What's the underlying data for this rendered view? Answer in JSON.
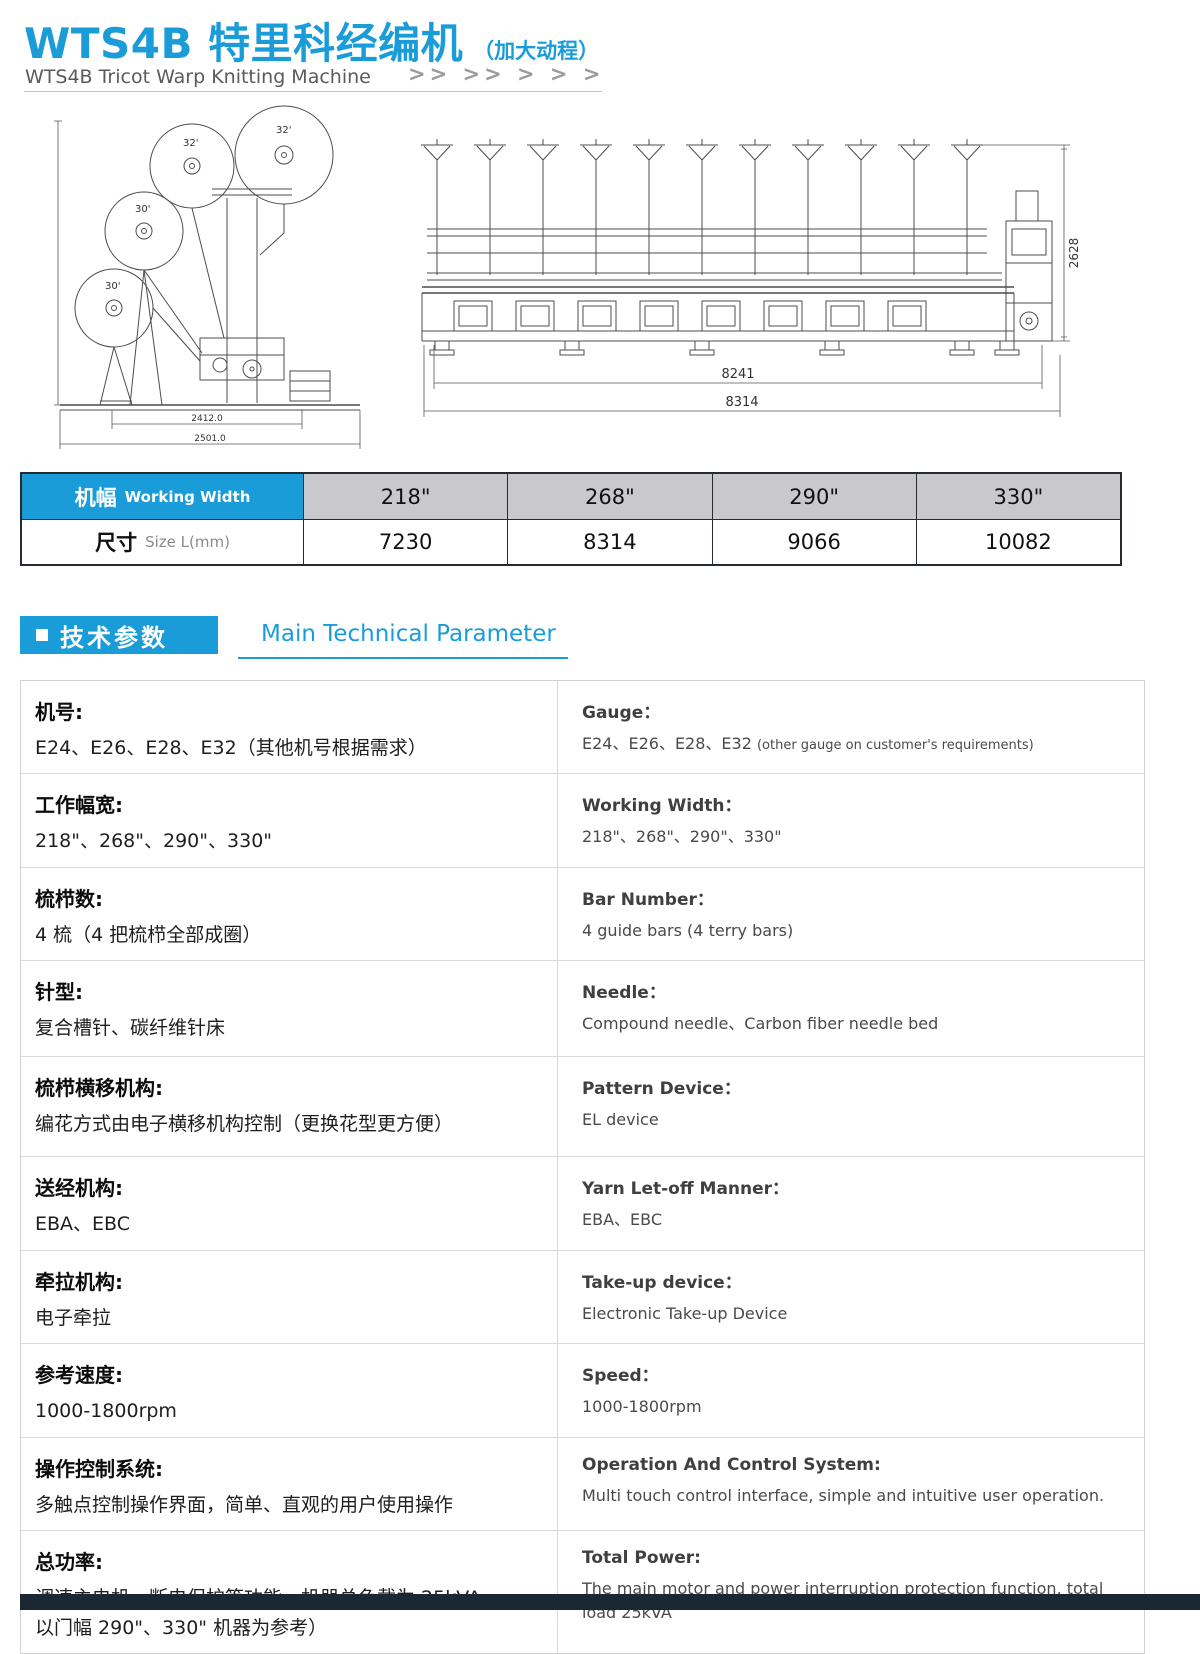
{
  "colors": {
    "accent_blue": "#1a9cd8",
    "header_cell_gray": "#c9c9cd",
    "dark_bar": "#1b2733"
  },
  "header": {
    "title_zh": "WTS4B 特里科经编机",
    "title_note": "（加大动程）",
    "subtitle_en": "WTS4B Tricot Warp Knitting Machine",
    "chevrons": ">>  >>  >  >  >"
  },
  "drawings": {
    "side_view": {
      "beam_labels": [
        "32'",
        "32'",
        "30'",
        "30'"
      ],
      "dim_inner": "2412.0",
      "dim_outer": "2501.0"
    },
    "front_view": {
      "dim_height": "2628",
      "dim_inner": "8241",
      "dim_outer": "8314"
    }
  },
  "size_table": {
    "header_zh": "机幅",
    "header_en": "Working Width",
    "row_zh": "尺寸",
    "row_en": "Size L(mm)",
    "widths": [
      "218\"",
      "268\"",
      "290\"",
      "330\""
    ],
    "sizes": [
      "7230",
      "8314",
      "9066",
      "10082"
    ]
  },
  "section": {
    "title_zh": "技术参数",
    "title_en": "Main Technical Parameter"
  },
  "spec_table": {
    "rows": [
      {
        "zh_label": "机号:",
        "zh_value": "E24、E26、E28、E32（其他机号根据需求）",
        "en_label": "Gauge：",
        "en_value": "E24、E26、E28、E32 ",
        "en_note": "(other gauge on customer's requirements)"
      },
      {
        "zh_label": "工作幅宽:",
        "zh_value": "218\"、268\"、290\"、330\"",
        "en_label": "Working Width：",
        "en_value": "218\"、268\"、290\"、330\""
      },
      {
        "zh_label": "梳栉数:",
        "zh_value": "4 梳（4 把梳栉全部成圈）",
        "en_label": "Bar Number：",
        "en_value": "4 guide bars (4 terry bars)"
      },
      {
        "zh_label": "针型:",
        "zh_value": "复合槽针、碳纤维针床",
        "en_label": "Needle：",
        "en_value": "Compound needle、Carbon fiber needle bed"
      },
      {
        "zh_label": "梳栉横移机构:",
        "zh_value": "编花方式由电子横移机构控制（更换花型更方便）",
        "en_label": "Pattern Device：",
        "en_value": "EL device"
      },
      {
        "zh_label": "送经机构:",
        "zh_value": "EBA、EBC",
        "en_label": "Yarn Let-off Manner：",
        "en_value": "EBA、EBC"
      },
      {
        "zh_label": "牵拉机构:",
        "zh_value": "电子牵拉",
        "en_label": "Take-up device：",
        "en_value": "Electronic Take-up Device"
      },
      {
        "zh_label": "参考速度:",
        "zh_value": "1000-1800rpm",
        "en_label": "Speed：",
        "en_value": "1000-1800rpm"
      },
      {
        "zh_label": "操作控制系统:",
        "zh_value": "多触点控制操作界面，简单、直观的用户使用操作",
        "en_label": "Operation And Control System:",
        "en_value": "Multi touch control interface, simple and intuitive user operation."
      },
      {
        "zh_label": "总功率:",
        "zh_value": "调速主电机、断电保护等功能，机器总负载为 25kVA",
        "zh_value2": "以门幅 290\"、330\" 机器为参考）",
        "en_label": "Total Power:",
        "en_value": "The main motor and power interruption protection function,  total load 25kVA"
      }
    ]
  }
}
